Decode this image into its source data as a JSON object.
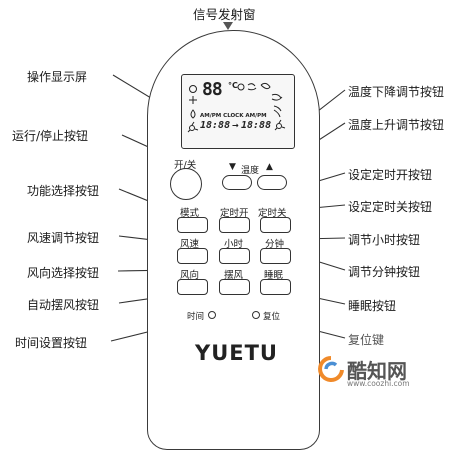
{
  "signal_window": {
    "label": "信号发射窗"
  },
  "left_callouts": [
    {
      "id": "display",
      "text": "操作显示屏"
    },
    {
      "id": "power",
      "text": "运行/停止按钮"
    },
    {
      "id": "mode",
      "text": "功能选择按钮"
    },
    {
      "id": "fan_speed",
      "text": "风速调节按钮"
    },
    {
      "id": "wind_dir",
      "text": "风向选择按钮"
    },
    {
      "id": "swing",
      "text": "自动摆风按钮"
    },
    {
      "id": "time_set",
      "text": "时间设置按钮"
    }
  ],
  "right_callouts": [
    {
      "id": "temp_down",
      "text": "温度下降调节按钮"
    },
    {
      "id": "temp_up",
      "text": "温度上升调节按钮"
    },
    {
      "id": "timer_on",
      "text": "设定定时开按钮"
    },
    {
      "id": "timer_off",
      "text": "设定定时关按钮"
    },
    {
      "id": "hour",
      "text": "调节小时按钮"
    },
    {
      "id": "minute",
      "text": "调节分钟按钮"
    },
    {
      "id": "sleep",
      "text": "睡眠按钮"
    },
    {
      "id": "reset",
      "text": "复位键"
    }
  ],
  "remote": {
    "power_label": "开/关",
    "temp_label": "温度",
    "temp_down_symbol": "▼",
    "temp_up_symbol": "▲",
    "buttons": {
      "mode": "模式",
      "timer_on": "定时开",
      "timer_off": "定时关",
      "fan_speed": "风速",
      "hour": "小时",
      "minute": "分钟",
      "wind_dir": "风向",
      "swing": "摆风",
      "sleep": "睡眠"
    },
    "time_label": "时间",
    "reset_label": "复位",
    "brand": "YUETU"
  },
  "lcd": {
    "temp_digits": "88",
    "degree": "°C",
    "small_text": "AM/PM  CLOCK  AM/PM",
    "time_left": "18:88",
    "time_right": "18:88"
  },
  "watermark": {
    "name": "酷知网",
    "url": "www.coozhi.com"
  }
}
